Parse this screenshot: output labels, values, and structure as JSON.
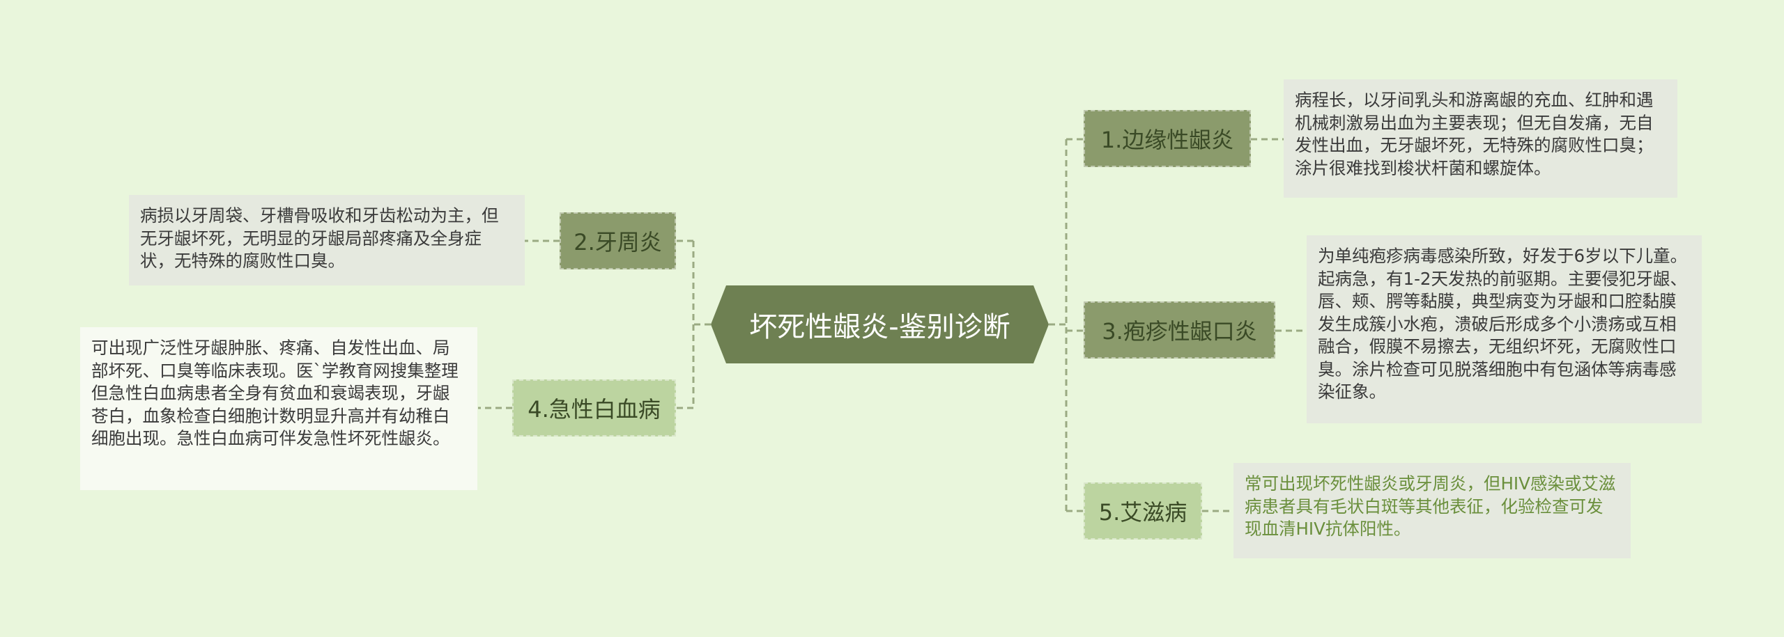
{
  "colors": {
    "background": "#e9f6dc",
    "root": "#6e8052",
    "branch_dark": "#8b9b6c",
    "branch_light": "#bcd4a0",
    "note_grey": "#e5e9df",
    "note_white": "#f7faf2",
    "link": "#9aaa82",
    "accent_text": "#6a8f3c"
  },
  "root": {
    "label": "坏死性龈炎-鉴别诊断"
  },
  "branches": [
    {
      "label": "1.边缘性龈炎",
      "note": "病程长，以牙间乳头和游离龈的充血、红肿和遇机械刺激易出血为主要表现；但无自发痛，无自发性出血，无牙龈坏死，无特殊的腐败性口臭；涂片很难找到梭状杆菌和螺旋体。"
    },
    {
      "label": "3.疱疹性龈口炎",
      "note": "为单纯疱疹病毒感染所致，好发于6岁以下儿童。起病急，有1-2天发热的前驱期。主要侵犯牙龈、唇、颊、腭等黏膜，典型病变为牙龈和口腔黏膜发生成簇小水疱，溃破后形成多个小溃疡或互相融合，假膜不易擦去，无组织坏死，无腐败性口臭。涂片检查可见脱落细胞中有包涵体等病毒感染征象。"
    },
    {
      "label": "5.艾滋病",
      "note": "常可出现坏死性龈炎或牙周炎，但HIV感染或艾滋病患者具有毛状白斑等其他表征，化验检查可发现血清HIV抗体阳性。"
    },
    {
      "label": "2.牙周炎",
      "note": "病损以牙周袋、牙槽骨吸收和牙齿松动为主，但无牙龈坏死，无明显的牙龈局部疼痛及全身症状，无特殊的腐败性口臭。"
    },
    {
      "label": "4.急性白血病",
      "note": "可出现广泛性牙龈肿胀、疼痛、自发性出血、局部坏死、口臭等临床表现。医`学教育网搜集整理但急性白血病患者全身有贫血和衰竭表现，牙龈苍白，血象检查白细胞计数明显升高并有幼稚白细胞出现。急性白血病可伴发急性坏死性龈炎。"
    }
  ]
}
